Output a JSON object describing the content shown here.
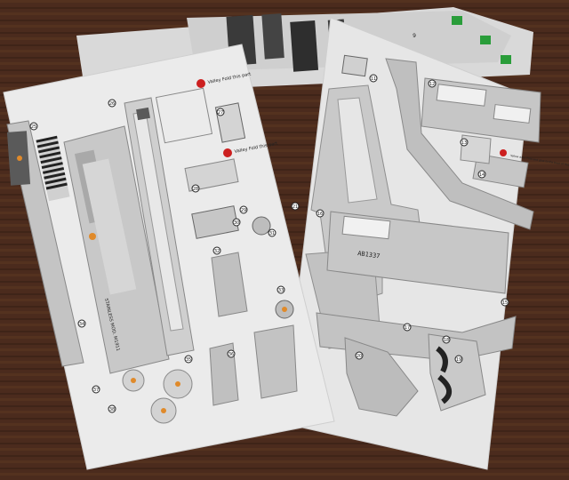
{
  "photo": {
    "colors": {
      "table": "#4a2a1c",
      "paper": "#e9e9e9",
      "part_fill": "#bdbdbd",
      "part_dark": "#3a3a3a",
      "marker_orange": "#e08a2a",
      "warning_red": "#cc1f1f"
    },
    "front_sheet": {
      "part_numbers": [
        "25",
        "26",
        "27",
        "28",
        "29",
        "30",
        "31",
        "32",
        "33",
        "34",
        "35",
        "36",
        "37",
        "38"
      ],
      "warnings": [
        "Valley Fold this part",
        "Valley Fold this part"
      ],
      "side_marking": "STAINLESS MOD. M1911"
    },
    "right_sheet": {
      "part_numbers": [
        "11",
        "12",
        "13",
        "14",
        "15",
        "16",
        "17",
        "18",
        "19",
        "20",
        "21"
      ],
      "warning_text": "Yellow dots: Fold and glue to the back of itself to add thickness.",
      "slide_serial": "AB1337"
    },
    "back_sheets": {
      "corner_marks": [
        "9"
      ]
    }
  }
}
